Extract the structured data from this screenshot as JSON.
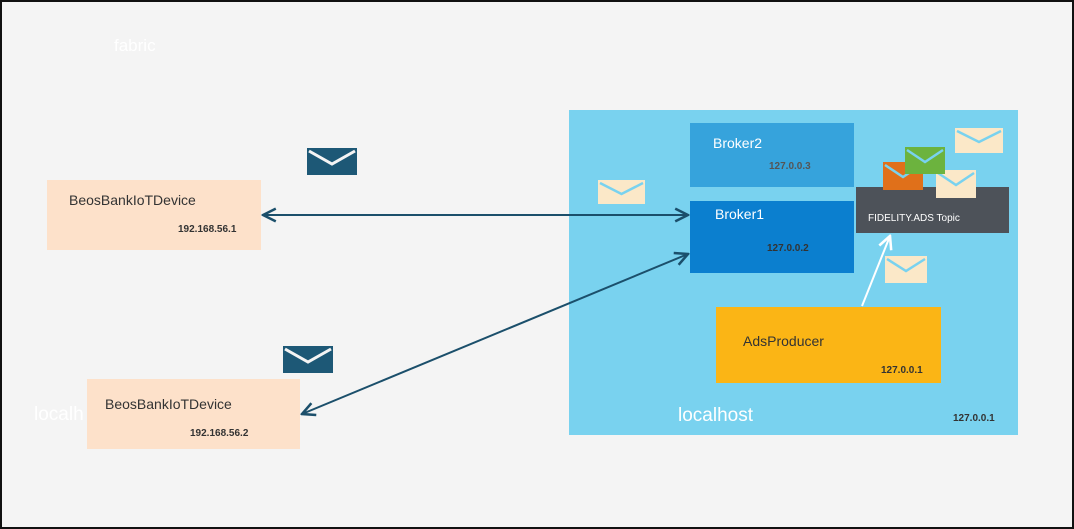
{
  "labels": {
    "fabric": "fabric",
    "localh": "localh"
  },
  "devices": [
    {
      "name": "BeosBankIoTDevice",
      "ip": "192.168.56.1"
    },
    {
      "name": "BeosBankIoTDevice",
      "ip": "192.168.56.2"
    }
  ],
  "localhost": {
    "label": "localhost",
    "ip": "127.0.0.1"
  },
  "brokers": {
    "broker2": {
      "name": "Broker2",
      "ip": "127.0.0.3"
    },
    "broker1": {
      "name": "Broker1",
      "ip": "127.0.0.2"
    }
  },
  "topic": {
    "name": "FIDELITY.ADS Topic"
  },
  "producer": {
    "name": "AdsProducer",
    "ip": "127.0.0.1"
  },
  "colors": {
    "device_fill": "#fde1ca",
    "localhost_fill": "#79d2ef",
    "broker2_fill": "#36a3dc",
    "broker1_fill": "#0b7fcf",
    "topic_fill": "#4d5259",
    "producer_fill": "#fbb515",
    "arrow_color": "#1b4f6b",
    "envelope_dark": "#1d5876",
    "envelope_light": "#fbe8c8",
    "envelope_orange": "#e0701a",
    "envelope_green": "#6cb33e"
  },
  "icons": [
    "envelope-icon"
  ]
}
